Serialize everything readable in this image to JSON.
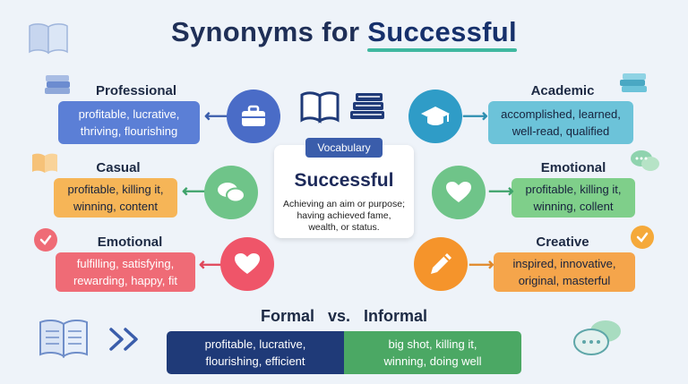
{
  "title_prefix": "Synonyms for ",
  "title_highlight": "Successful",
  "center": {
    "tag": "Vocabulary",
    "word": "Successful",
    "def_line1": "Achieving an aim or purpose;",
    "def_line2": "having achieved fame,",
    "def_line3": "wealth, or status."
  },
  "left": [
    {
      "title": "Professional",
      "line1": "profitable,  lucrative,",
      "line2": "thriving,  flourishing",
      "icon": "briefcase-icon"
    },
    {
      "title": "Casual",
      "line1": "profitable,  killing it,",
      "line2": "winning,  content",
      "icon": "speech-bubbles-icon"
    },
    {
      "title": "Emotional",
      "line1": "fulfilling,  satisfying,",
      "line2": "rewarding,  happy,  fit",
      "icon": "heart-icon"
    }
  ],
  "right": [
    {
      "title": "Academic",
      "line1": "accomplished,  learned,",
      "line2": "well-read,  qualified",
      "icon": "graduation-cap-icon"
    },
    {
      "title": "Emotional",
      "line1": "profitable,  killing it,",
      "line2": "winning,  collent",
      "icon": "heart-icon"
    },
    {
      "title": "Creative",
      "line1": "inspired,  innovative,",
      "line2": "original,  masterful",
      "icon": "pen-icon"
    }
  ],
  "formal_informal": {
    "formal_label": "Formal",
    "vs": "vs.",
    "informal_label": "Informal",
    "formal_line1": "profitable,  lucrative,",
    "formal_line2": "flourishing,  efficient",
    "informal_line1": "big shot,  killing it,",
    "informal_line2": "winning,  doing well"
  },
  "colors": {
    "professional": "#5b7fd6",
    "casual": "#f6b557",
    "emotional_left": "#ef6b76",
    "academic": "#6cc3d9",
    "emotional_right": "#7fcf8a",
    "creative": "#f5a54b",
    "formal": "#1f3a78",
    "informal": "#4ba864"
  }
}
